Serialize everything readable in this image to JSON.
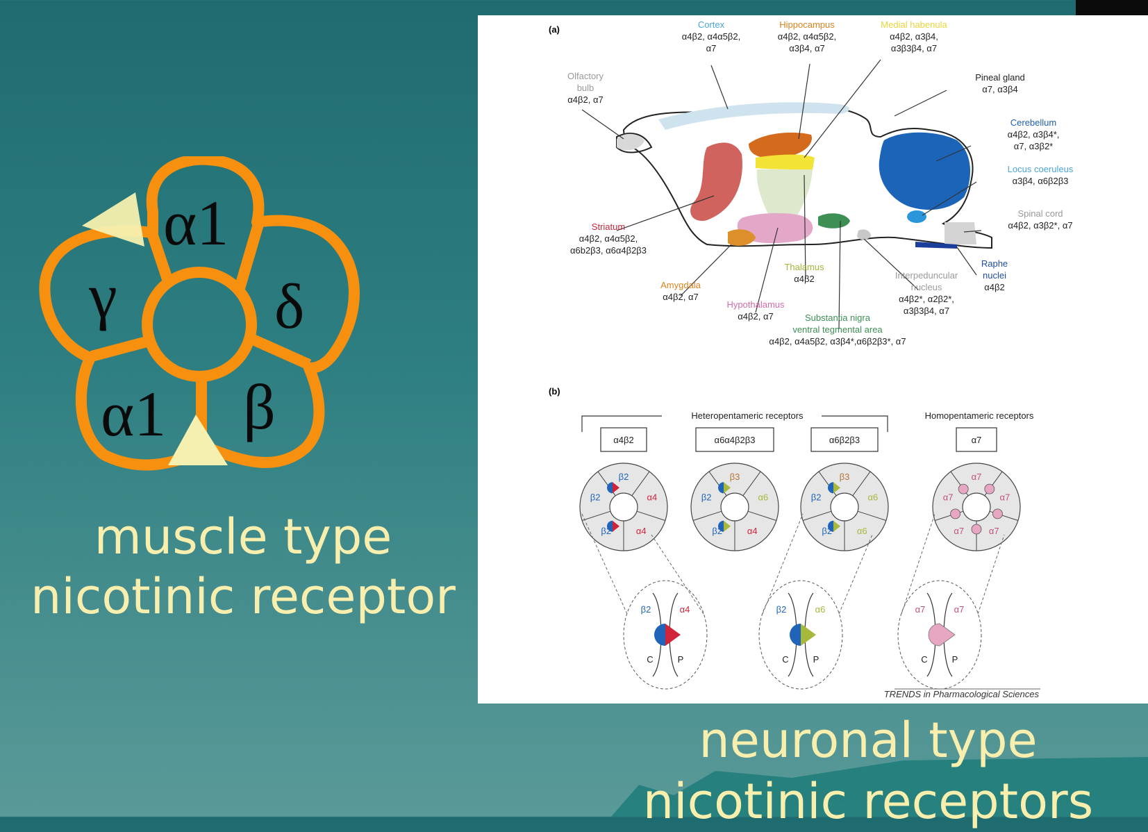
{
  "muscle": {
    "subunits": {
      "alpha1_top": "α1",
      "gamma": "γ",
      "delta": "δ",
      "alpha1_bottom": "α1",
      "beta": "β"
    },
    "caption_line1": "muscle type",
    "caption_line2": "nicotinic receptor"
  },
  "neuronal": {
    "caption_line1": "neuronal type",
    "caption_line2": "nicotinic receptors"
  },
  "figure": {
    "panel_a": "(a)",
    "panel_b": "(b)",
    "credit": "TRENDS in Pharmacological Sciences",
    "regions": {
      "cortex": {
        "name": "Cortex",
        "l1": "α4β2, α4α5β2,",
        "l2": "α7"
      },
      "hippocampus": {
        "name": "Hippocampus",
        "l1": "α4β2, α4α5β2,",
        "l2": "α3β4, α7"
      },
      "habenula": {
        "name": "Medial habenula",
        "l1": "α4β2, α3β4,",
        "l2": "α3β3β4, α7"
      },
      "pineal": {
        "name": "Pineal gland",
        "l1": "α7, α3β4"
      },
      "olfactory": {
        "name1": "Olfactory",
        "name2": "bulb",
        "l1": "α4β2, α7"
      },
      "cerebellum": {
        "name": "Cerebellum",
        "l1": "α4β2, α3β4*,",
        "l2": "α7, α3β2*"
      },
      "locus": {
        "name": "Locus coeruleus",
        "l1": "α3β4, α6β2β3"
      },
      "spinal": {
        "name": "Spinal cord",
        "l1": "α4β2, α3β2*, α7"
      },
      "striatum": {
        "name": "Striatum",
        "l1": "α4β2, α4α5β2,",
        "l2": "α6b2β3, α6α4β2β3"
      },
      "raphe": {
        "name1": "Raphe",
        "name2": "nuclei",
        "l1": "α4β2"
      },
      "thalamus": {
        "name": "Thalamus",
        "l1": "α4β2"
      },
      "amygdala": {
        "name": "Amygdala",
        "l1": "α4β2, α7"
      },
      "interped": {
        "name1": "Interpeduncular",
        "name2": "nucleus",
        "l1": "α4β2*, α2β2*,",
        "l2": "α3β3β4, α7"
      },
      "hypothalamus": {
        "name": "Hypothalamus",
        "l1": "α4β2, α7"
      },
      "substantia": {
        "name1": "Substantia nigra",
        "name2": "ventral tegmental area",
        "l1": "α4β2, α4a5β2, α3β4*,α6β2β3*, α7"
      }
    },
    "groups": {
      "hetero": "Heteropentameric receptors",
      "homo": "Homopentameric receptors"
    },
    "receptors": [
      {
        "name": "α4β2",
        "subs": [
          "β2",
          "β2",
          "α4",
          "β2",
          "α4"
        ]
      },
      {
        "name": "α6α4β2β3",
        "subs": [
          "β3",
          "β2",
          "α6",
          "β2",
          "α4"
        ]
      },
      {
        "name": "α6β2β3",
        "subs": [
          "β3",
          "β2",
          "α6",
          "β2",
          "α6"
        ]
      },
      {
        "name": "α7",
        "subs": [
          "α7",
          "α7",
          "α7",
          "α7",
          "α7"
        ]
      }
    ],
    "zooms": [
      {
        "left": "β2",
        "right": "α4",
        "c": "C",
        "p": "P"
      },
      {
        "left": "β2",
        "right": "α6",
        "c": "C",
        "p": "P"
      },
      {
        "left": "α7",
        "right": "α7",
        "c": "C",
        "p": "P"
      }
    ]
  },
  "colors": {
    "caption": "#f8efae",
    "orange": "#f7900f",
    "triangle": "#f6f0b0",
    "alpha4": "#d0243a",
    "beta2": "#1f64b8",
    "alpha6": "#a8b83a",
    "alpha7": "#e7a6c2"
  }
}
